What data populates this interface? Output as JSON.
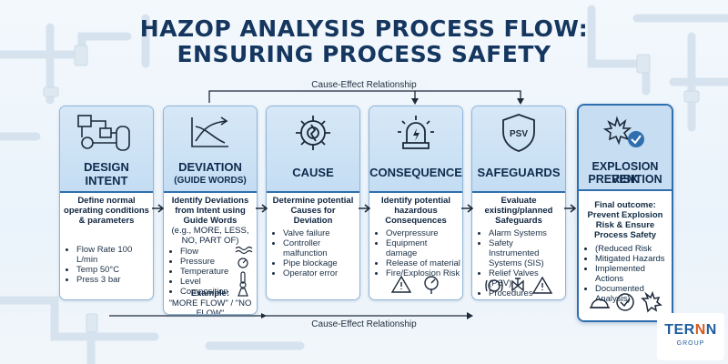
{
  "title": {
    "line1": "HAZOP ANALYSIS PROCESS FLOW:",
    "line2": "ENSURING PROCESS SAFETY"
  },
  "relationships": {
    "top": "Cause-Effect Relationship",
    "bottom": "Cause-Effect Relationship"
  },
  "steps": [
    {
      "title1": "DESIGN",
      "title2": "INTENT",
      "icon": "process-schematic-icon",
      "description": "Define normal operating conditions & parameters",
      "items": [
        "Flow Rate 100 L/min",
        "Temp 50°C",
        "Press 3 bar"
      ]
    },
    {
      "title1": "DEVIATION",
      "title2": "(GUIDE WORDS)",
      "icon": "trend-chart-icon",
      "description": "Identify Deviations from Intent using Guide Words",
      "description2": "(e.g., MORE, LESS, NO, PART OF)",
      "items": [
        "Flow",
        "Pressure",
        "Temperature",
        "Level",
        "Composition"
      ],
      "example_label": "Example:",
      "example_text": "\"MORE FLOW\" / \"NO FLOW\""
    },
    {
      "title1": "CAUSE",
      "icon": "broken-gear-icon",
      "description": "Determine potential Causes for Deviation",
      "items": [
        "Valve failure",
        "Controller malfunction",
        "Pipe blockage",
        "Operator error"
      ]
    },
    {
      "title1": "CONSEQUENCE",
      "icon": "alarm-light-icon",
      "description": "Identify potential hazardous Consequences",
      "items": [
        "Overpressure",
        "Equipment damage",
        "Release of material",
        "Fire/Explosion Risk"
      ]
    },
    {
      "title1": "SAFEGUARDS",
      "icon": "shield-psv-icon",
      "icon_text": "PSV",
      "description": "Evaluate existing/planned Safeguards",
      "items": [
        "Alarm Systems",
        "Safety Instrumented Systems (SIS)",
        "Relief Valves (PSV)",
        "Procedures"
      ]
    }
  ],
  "final": {
    "title1": "EXPLOSION RISK",
    "title2": "PREVENTION",
    "icon": "explosion-check-icon",
    "outcome_label": "Final outcome:",
    "outcome_text": "Prevent Explosion Risk & Ensure Process Safety",
    "items": [
      "(Reduced Risk",
      "Mitigated Hazards",
      "Implemented Actions",
      "Documented Analysis)"
    ]
  },
  "logo": {
    "text_a": "TER",
    "text_b": "N",
    "text_c": "N",
    "subtitle": "GROUP"
  },
  "colors": {
    "accent": "#2f6fae",
    "title": "#15365f",
    "card_head": "#c4ddf3",
    "logo_orange": "#d65a1f"
  }
}
